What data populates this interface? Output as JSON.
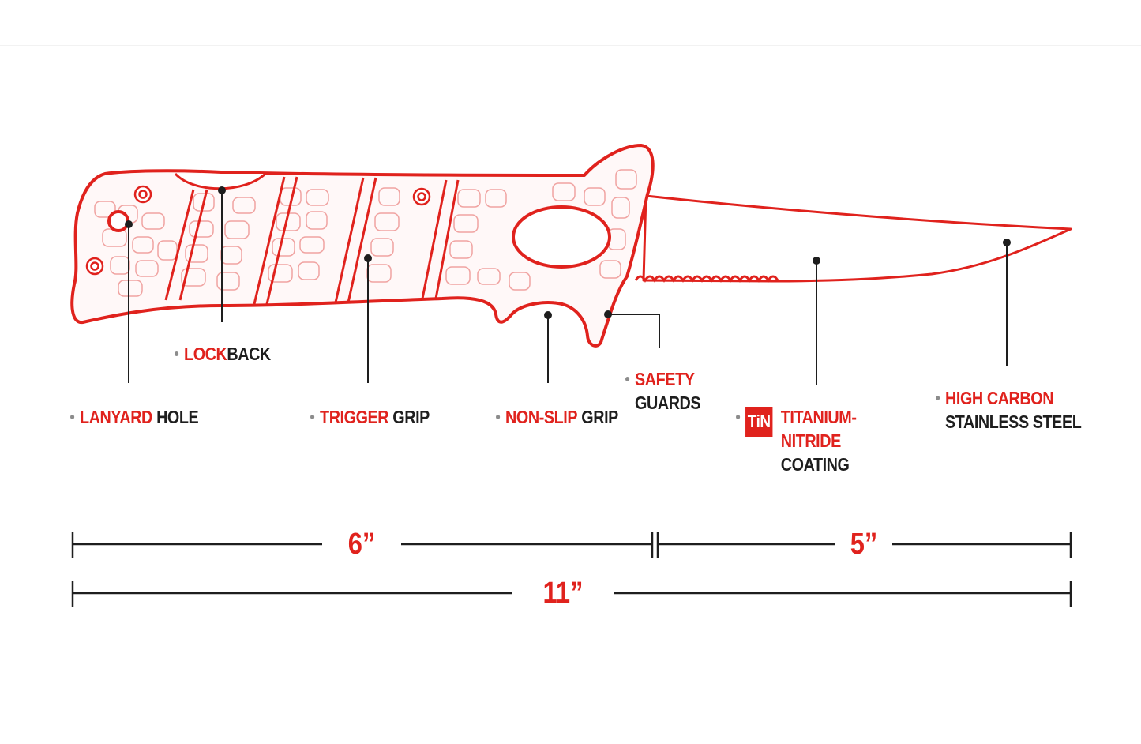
{
  "accent_color": "#e0221d",
  "text_color": "#1e1e1e",
  "callouts": {
    "lanyard": {
      "red": "LANYARD",
      "black": "HOLE"
    },
    "lockback": {
      "red": "LOCK",
      "black": "BACK"
    },
    "trigger": {
      "red": "TRIGGER",
      "black": "GRIP"
    },
    "nonslip": {
      "red": "NON-SLIP",
      "black": "GRIP"
    },
    "safety": {
      "red": "SAFETY",
      "black": "GUARDS"
    },
    "coating": {
      "badge": "TiN",
      "red_line1": "TITANIUM-",
      "red_line2": "NITRIDE",
      "black": "COATING"
    },
    "steel": {
      "red": "HIGH CARBON",
      "black": "STAINLESS STEEL"
    }
  },
  "dimensions": {
    "handle": "6”",
    "blade": "5”",
    "overall": "11”"
  }
}
